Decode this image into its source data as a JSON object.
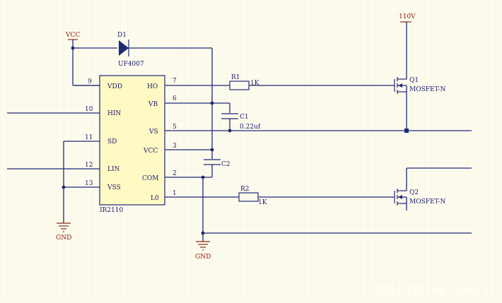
{
  "schematic": {
    "ic": {
      "name": "IR2110",
      "pins": [
        {
          "num": "9",
          "name": "VDD"
        },
        {
          "num": "10",
          "name": "HIN"
        },
        {
          "num": "11",
          "name": "SD"
        },
        {
          "num": "12",
          "name": "LIN"
        },
        {
          "num": "13",
          "name": "VSS"
        },
        {
          "num": "7",
          "name": "HO"
        },
        {
          "num": "6",
          "name": "VB"
        },
        {
          "num": "5",
          "name": "VS"
        },
        {
          "num": "3",
          "name": "VCC"
        },
        {
          "num": "2",
          "name": "COM"
        },
        {
          "num": "1",
          "name": "L0"
        }
      ]
    },
    "diode": {
      "ref": "D1",
      "value": "UF4007"
    },
    "r1": {
      "ref": "R1",
      "value": "1K"
    },
    "r2": {
      "ref": "R2",
      "value": "1K"
    },
    "c1": {
      "ref": "C1",
      "value": "0.22uf"
    },
    "c2": {
      "ref": "C2"
    },
    "q1": {
      "ref": "Q1",
      "type": "MOSFET-N"
    },
    "q2": {
      "ref": "Q2",
      "type": "MOSFET-N"
    },
    "power": {
      "vcc": "VCC",
      "hv": "110V",
      "gnd1": "GND",
      "gnd2": "GND"
    }
  },
  "watermark": "中国电子开发网(www.ourdev.cn)",
  "colors": {
    "background": "#fdfbed",
    "wire": "#1e2a78",
    "ic_fill": "#fff9c4",
    "power": "#8a2a1a"
  }
}
